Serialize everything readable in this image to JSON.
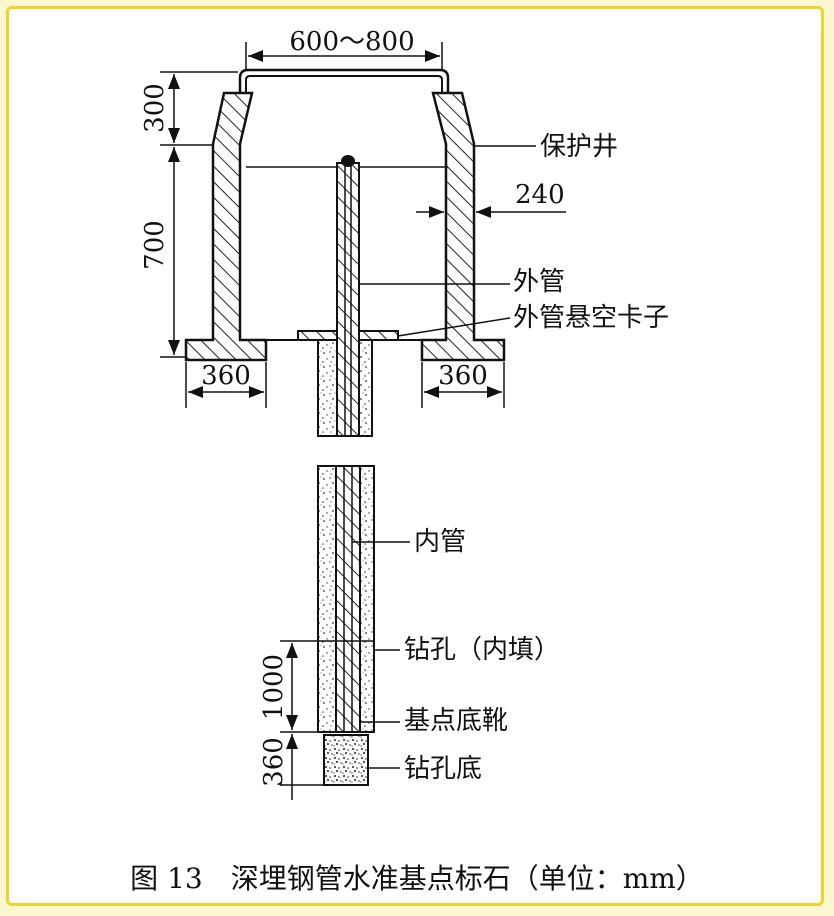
{
  "figure": {
    "caption": "图 13　深埋钢管水准基点标石（单位：mm）",
    "dimensions": {
      "top_width": "600～800",
      "cover_height": "300",
      "well_height": "700",
      "wall_thickness": "240",
      "base_left": "360",
      "base_right": "360",
      "fill_length": "1000",
      "bottom_length": "360"
    },
    "labels": {
      "protective_well": "保护井",
      "outer_pipe": "外管",
      "outer_pipe_clamp": "外管悬空卡子",
      "inner_pipe": "内管",
      "borehole_fill": "钻孔（内填）",
      "base_shoe": "基点底靴",
      "borehole_bottom": "钻孔底"
    }
  }
}
